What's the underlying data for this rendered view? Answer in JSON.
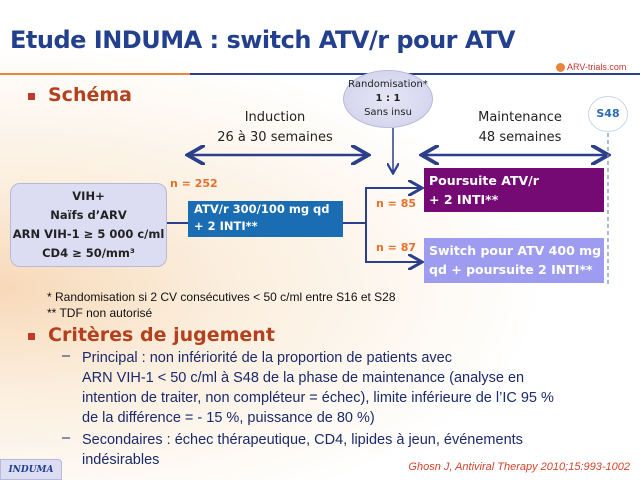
{
  "title": "Etude INDUMA : switch ATV/r pour ATV",
  "logo": "ARV-trials.com",
  "section1": "Schéma",
  "induction": {
    "label": "Induction",
    "duration": "26 à 30 semaines"
  },
  "randomisation": {
    "l1": "Randomisation*",
    "l2": "1 : 1",
    "l3": "Sans insu"
  },
  "maintenance": {
    "label": "Maintenance",
    "duration": "48 semaines"
  },
  "s48": "S48",
  "population": {
    "l1": "VIH+",
    "l2": "Naïfs d’ARV",
    "l3": "ARN VIH-1 ≥ 5 000 c/ml",
    "l4": "CD4 ≥ 50/mm³"
  },
  "n_total": "n = 252",
  "induction_arm": {
    "l1": "ATV/r 300/100 mg qd",
    "l2": "+ 2 INTI**"
  },
  "arm1": {
    "n": "n = 85",
    "l1": "Poursuite  ATV/r",
    "l2": "+ 2 INTI**"
  },
  "arm2": {
    "n": "n = 87",
    "l1": "Switch pour ATV 400 mg",
    "l2": "qd + poursuite 2 INTI**"
  },
  "footnotes": [
    "* Randomisation si 2 CV consécutives < 50 c/ml entre S16 et S28",
    "** TDF non autorisé"
  ],
  "section2": "Critères de jugement",
  "criteria": [
    {
      "lines": [
        "Principal : non infériorité de la proportion de patients avec",
        "ARN VIH-1 < 50 c/ml à S48 de la phase de maintenance (analyse en",
        "intention de traiter, non compléteur = échec), limite inférieure de l’IC 95 %",
        "de la différence = - 15 %, puissance de 80 %)"
      ]
    },
    {
      "lines": [
        "Secondaires : échec thérapeutique, CD4, lipides à jeun, événements",
        "indésirables"
      ]
    }
  ],
  "dash": "–",
  "tag": "INDUMA",
  "citation": "Ghosn J, Antiviral Therapy 2010;15:993-1002"
}
